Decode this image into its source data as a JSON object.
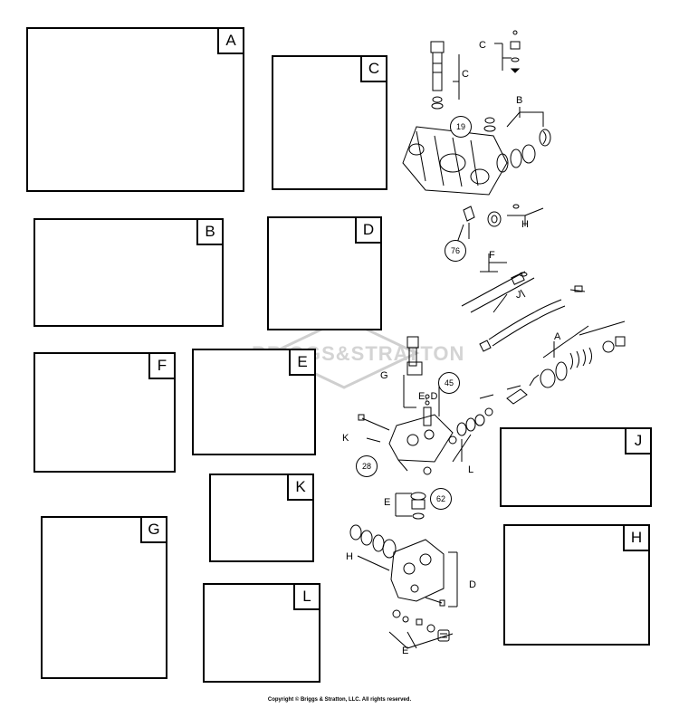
{
  "panels": [
    {
      "id": "A",
      "label": "A"
    },
    {
      "id": "B",
      "label": "B"
    },
    {
      "id": "C",
      "label": "C"
    },
    {
      "id": "D",
      "label": "D"
    },
    {
      "id": "E",
      "label": "E"
    },
    {
      "id": "F",
      "label": "F"
    },
    {
      "id": "G",
      "label": "G"
    },
    {
      "id": "H",
      "label": "H"
    },
    {
      "id": "J",
      "label": "J"
    },
    {
      "id": "K",
      "label": "K"
    },
    {
      "id": "L",
      "label": "L"
    }
  ],
  "callouts": {
    "c1": "C",
    "c2": "C",
    "b": "B",
    "h": "H",
    "f": "F",
    "j": "J",
    "a": "A",
    "g": "G",
    "ed": "E, D",
    "k": "K",
    "l": "L",
    "e": "E",
    "h2": "H",
    "d": "D",
    "e2": "E"
  },
  "part_numbers": {
    "p19": "19",
    "p76": "76",
    "p45": "45",
    "p28": "28",
    "p62": "62"
  },
  "watermark": "BRIGGS&STRATTON",
  "copyright": "Copyright © Briggs & Stratton, LLC. All rights reserved."
}
